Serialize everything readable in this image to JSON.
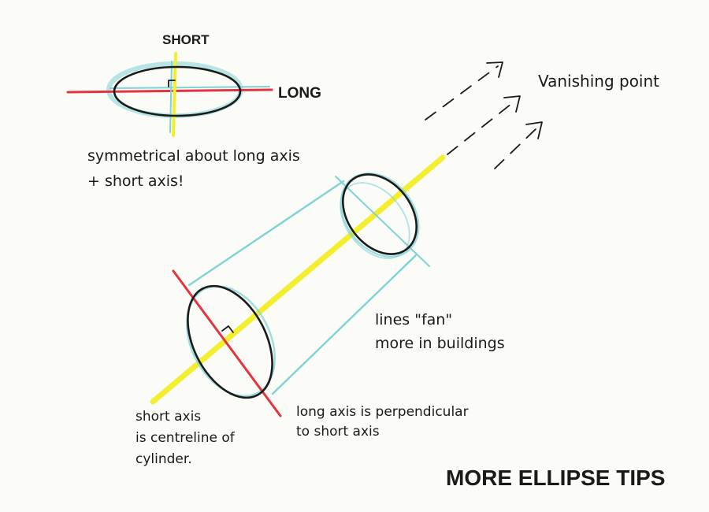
{
  "colors": {
    "paper": "#fbfbf8",
    "ink": "#1a1a1a",
    "cyan_pencil": "#7fd3d6",
    "red_pencil": "#e3343f",
    "yellow_highlighter": "#f3ee2e"
  },
  "small_ellipse": {
    "short_label": "SHORT",
    "long_label": "LONG",
    "note_line1": "symmetrical about long axis",
    "note_line2": "+ short axis!"
  },
  "vanishing_point_label": "Vanishing point",
  "lines_fan_note": {
    "line1": "lines \"fan\"",
    "line2": "more in buildings"
  },
  "short_axis_note": {
    "line1": "short axis",
    "line2": "is centreline of",
    "line3": "cylinder."
  },
  "long_axis_note": {
    "line1": "long axis is perpendicular",
    "line2": "to short axis"
  },
  "title": "MORE ELLIPSE TIPS"
}
